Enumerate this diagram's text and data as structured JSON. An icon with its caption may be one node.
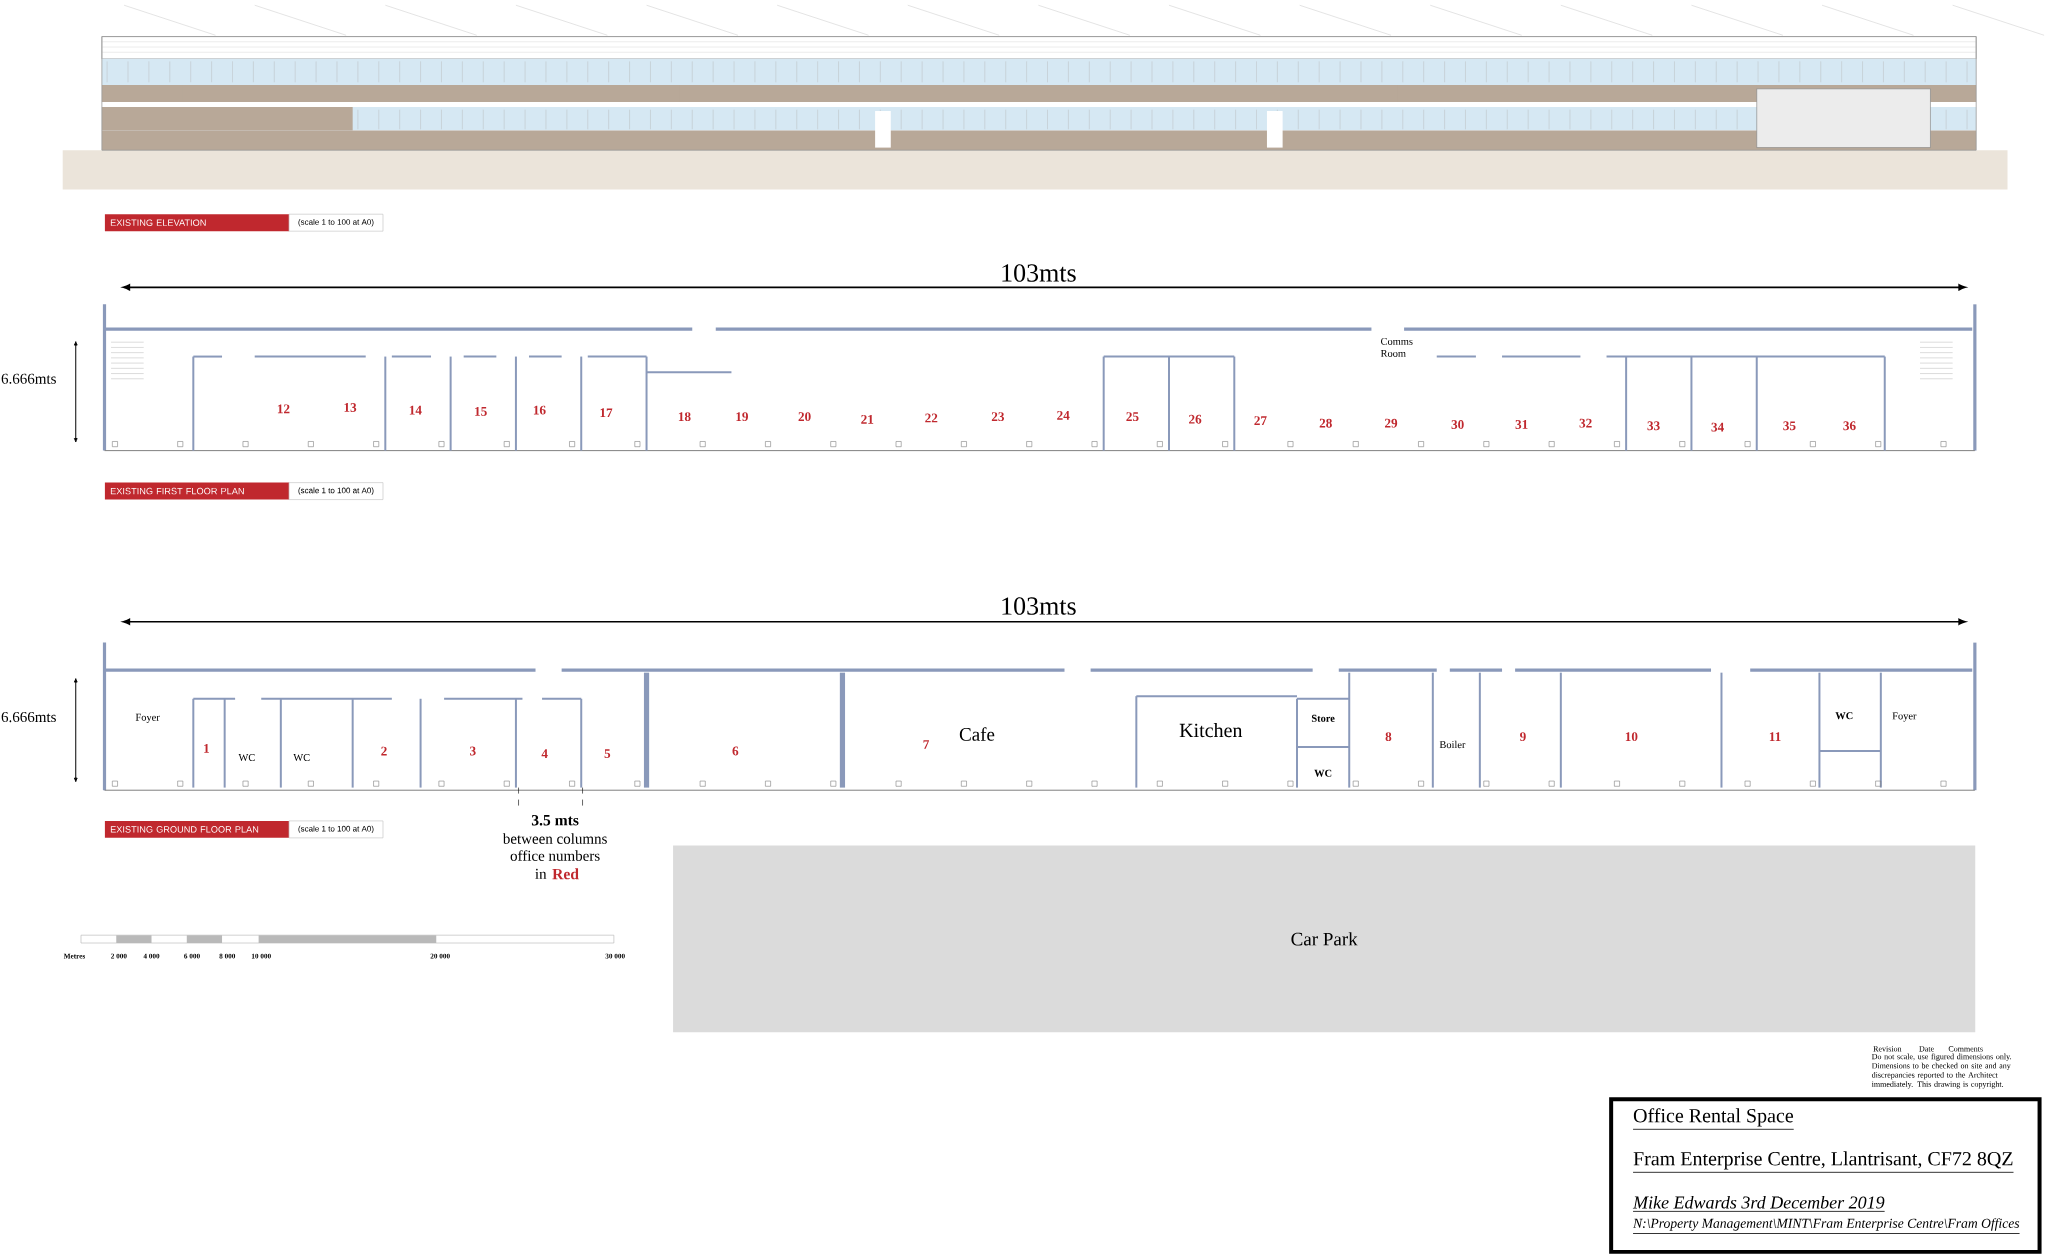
{
  "diagram": {
    "nodes": [
      {
        "text": [
          "EXISTING ELEVATION"
        ]
      },
      {
        "text": [
          "(scale 1 to 100 at A0)"
        ]
      },
      {
        "text": [
          "EXISTING FIRST FLOOR PLAN"
        ]
      },
      {
        "text": [
          "(scale 1 to 100 at A0)"
        ]
      },
      {
        "text": [
          "EXISTING GROUND FLOOR PLAN"
        ]
      },
      {
        "text": [
          "(scale 1 to 100 at A0)"
        ]
      },
      {
        "text": [
          "Car Park"
        ]
      },
      {
        "text": [
          "Office Rental Space",
          "Fram Enterprise Centre, Llantrisant, CF72 8QZ",
          "Mike Edwards 3rd December 2019",
          "N:\\Property Management\\MINT\\Fram Enterprise Centre\\Fram Offices"
        ]
      }
    ],
    "labels": [
      "103mts",
      "6.666mts",
      "12",
      "13",
      "14",
      "15",
      "16",
      "17",
      "18",
      "19",
      "20",
      "21",
      "22",
      "23",
      "24",
      "25",
      "26",
      "27",
      "28",
      "29",
      "30",
      "31",
      "32",
      "33",
      "34",
      "35",
      "36",
      "Comms Room",
      "103mts",
      "6.666mts",
      "Foyer",
      "1",
      "WC",
      "WC",
      "2",
      "3",
      "4",
      "5",
      "6",
      "7",
      "Cafe",
      "Kitchen",
      "Store",
      "WC",
      "8",
      "Boiler",
      "9",
      "10",
      "11",
      "WC",
      "Foyer",
      "3.5 mts",
      "between columns",
      "office numbers",
      "in",
      "Red",
      "Metres",
      "2 000",
      "4 000",
      "6 000",
      "8 000",
      "10 000",
      "20 000",
      "30 000",
      "Revision",
      "Date",
      "Comments",
      "Do not scale, use figured dimensions only. Dimensions to be checked on site and any discrepancies reported to the Architect immediately. This drawing is copyright."
    ]
  }
}
